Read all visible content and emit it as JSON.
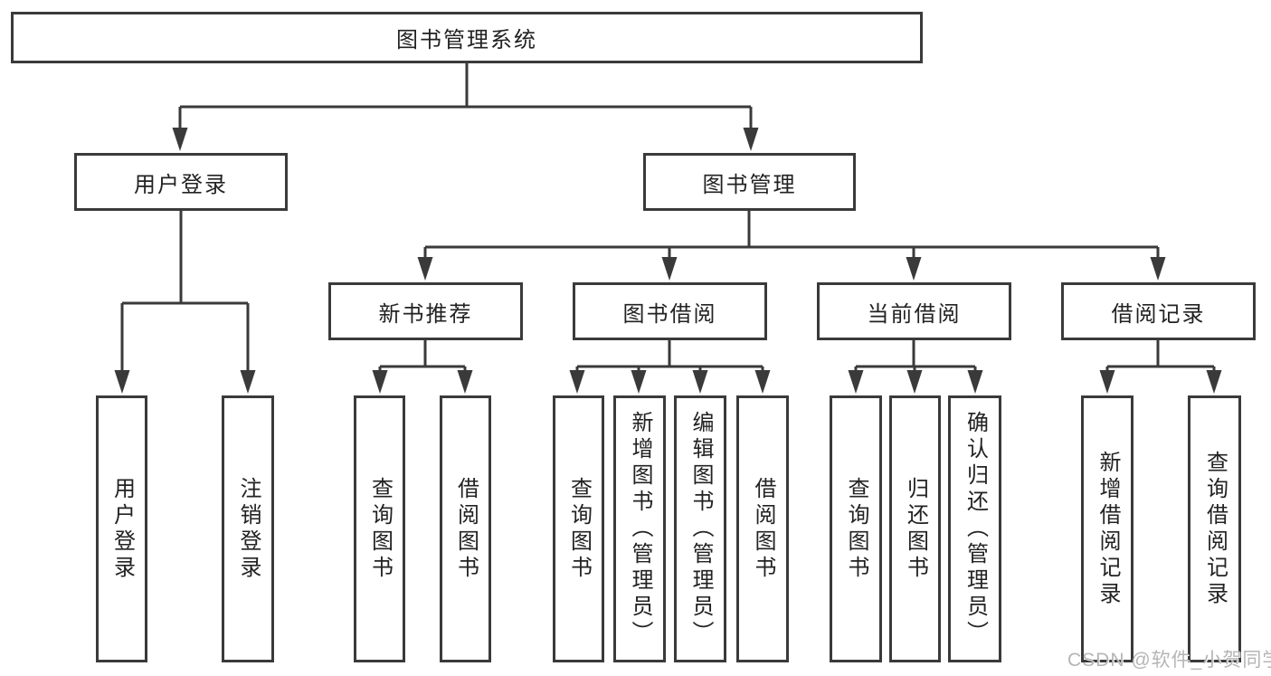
{
  "nodes": {
    "root": "图书管理系统",
    "user_login": "用户登录",
    "book_mgmt": "图书管理",
    "new_books": "新书推荐",
    "borrow": "图书借阅",
    "current": "当前借阅",
    "records": "借阅记录",
    "user_login_children": [
      "用户登录",
      "注销登录"
    ],
    "new_books_children": [
      "查询图书",
      "借阅图书"
    ],
    "borrow_children": [
      "查询图书",
      "新增图书（管理员）",
      "编辑图书（管理员）",
      "借阅图书"
    ],
    "current_children": [
      "查询图书",
      "归还图书",
      "确认归还（管理员）"
    ],
    "records_children": [
      "新增借阅记录",
      "查询借阅记录"
    ]
  },
  "watermark": "CSDN @软件_小贺同学",
  "colors": {
    "line": "#3a3a3a",
    "text": "#222222",
    "watermark": "#b5b5b5",
    "background": "#ffffff"
  }
}
